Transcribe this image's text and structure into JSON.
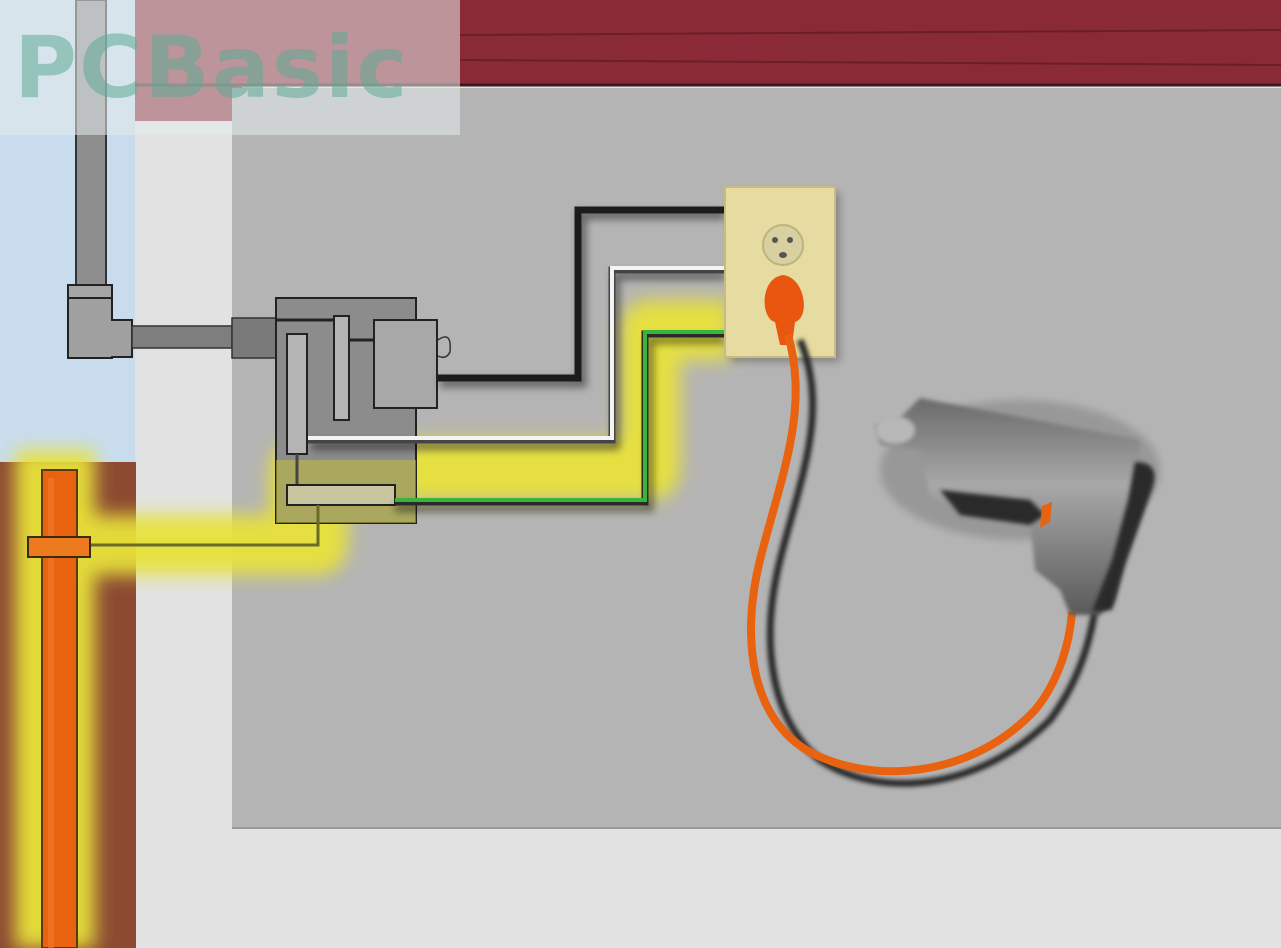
{
  "watermark": {
    "text": "PCBasic"
  },
  "diagram": {
    "subject": "electrical grounding path from outlet to ground rod",
    "elements": [
      "service conduit pipe with elbow",
      "breaker panel with bus bars and ground bar",
      "hot wire (black)",
      "neutral wire (white)",
      "ground wire (green) highlighted",
      "wall outlet with orange plug",
      "power drill with orange/black cord",
      "ground rod in soil with clamp",
      "wood siding header",
      "concrete foundation wall"
    ]
  },
  "colors": {
    "sky": "#c8dcee",
    "wood": "#8a2a36",
    "concrete": "#e2e2e2",
    "wall": "#b4b4b4",
    "soil": "#8c4a32",
    "highlight": "#e8e23a",
    "ground_wire": "#3cb43c",
    "orange": "#e8620f",
    "outlet": "#e6dba0",
    "panel": "#8c8c8c"
  }
}
